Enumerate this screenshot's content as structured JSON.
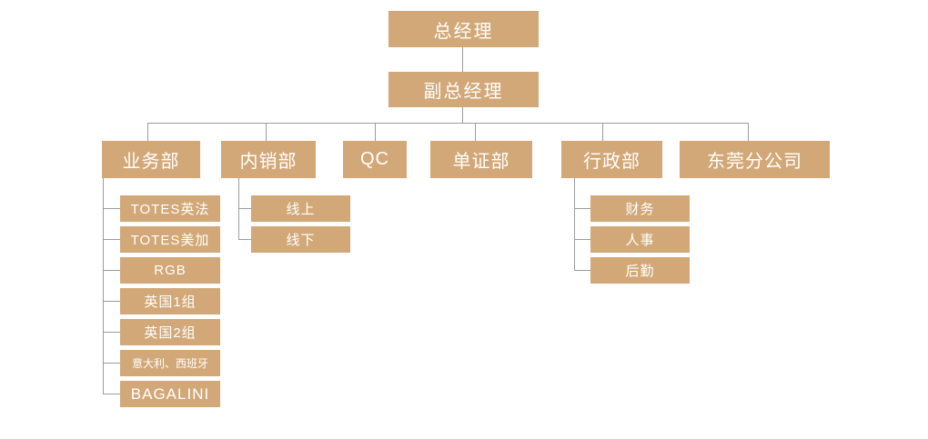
{
  "org": {
    "root": {
      "label": "总经理"
    },
    "deputy": {
      "label": "副总经理"
    },
    "departments": [
      {
        "label": "业务部",
        "children": [
          "TOTES英法",
          "TOTES美加",
          "RGB",
          "英国1组",
          "英国2组",
          "意大利、西班牙",
          "BAGALINI"
        ]
      },
      {
        "label": "内销部",
        "children": [
          "线上",
          "线下"
        ]
      },
      {
        "label": "QC",
        "children": []
      },
      {
        "label": "单证部",
        "children": []
      },
      {
        "label": "行政部",
        "children": [
          "财务",
          "人事",
          "后勤"
        ]
      },
      {
        "label": "东莞分公司",
        "children": []
      }
    ]
  },
  "colors": {
    "box_fill": "#D2A878",
    "box_text": "#FFFFFF",
    "connector": "#9C9C9C",
    "background": "#FFFFFF"
  }
}
